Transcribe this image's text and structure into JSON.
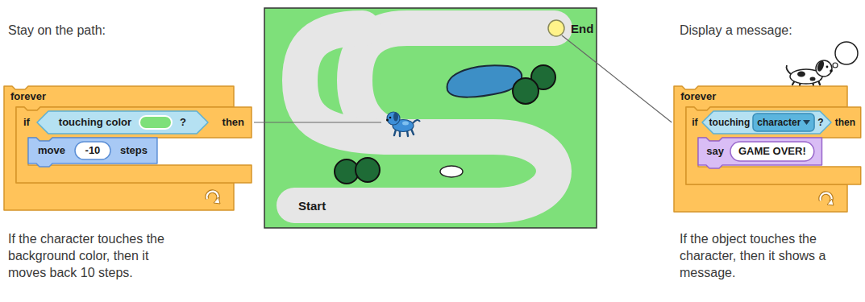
{
  "diagram": {
    "nodes": [
      {
        "text": [
          "forever"
        ]
      },
      {
        "text": [
          "if",
          "then"
        ],
        "in": 0
      },
      {
        "text": [
          "touching color",
          "?"
        ],
        "in": 1
      },
      {
        "text": [
          "move",
          "steps"
        ],
        "in": 1
      },
      {
        "text": [
          "-10"
        ],
        "in": 3
      },
      {
        "text": [
          "End",
          "Start"
        ]
      },
      {
        "text": [
          "forever"
        ]
      },
      {
        "text": [
          "if",
          "then"
        ],
        "in": 6
      },
      {
        "text": [
          "touching",
          "?"
        ],
        "in": 7
      },
      {
        "text": [
          "character"
        ],
        "in": 8
      },
      {
        "text": [
          "say"
        ],
        "in": 7
      },
      {
        "text": [
          "GAME OVER!"
        ],
        "in": 10
      }
    ],
    "labels": [
      "Stay on the path:",
      "If the character touches the background color, then it moves back 10 steps.",
      "Display a message:",
      "If the object touches the character, then it shows a message."
    ]
  }
}
